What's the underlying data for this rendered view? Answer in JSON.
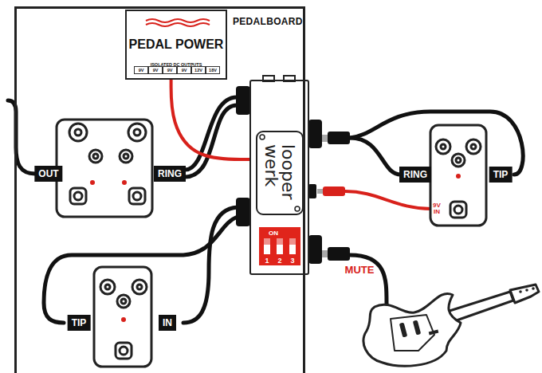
{
  "diagram": {
    "nodes": [
      {
        "text": [
          "PEDALBOARD"
        ]
      },
      {
        "text": [
          "PEDAL POWER",
          "ISOLATED DC OUTPUTS"
        ],
        "in": 0
      },
      {
        "text": [
          "looper werk"
        ],
        "in": 0
      }
    ],
    "edges": [
      {
        "from": 1,
        "to": 2,
        "arrow": "none"
      }
    ],
    "labels": [
      "9V",
      "9V",
      "9V",
      "9V",
      "12V",
      "18V",
      "RING",
      "TIP",
      "OUT",
      "RING",
      "9V IN",
      "ON",
      "1",
      "2",
      "3",
      "MUTE",
      "TIP",
      "IN"
    ]
  }
}
